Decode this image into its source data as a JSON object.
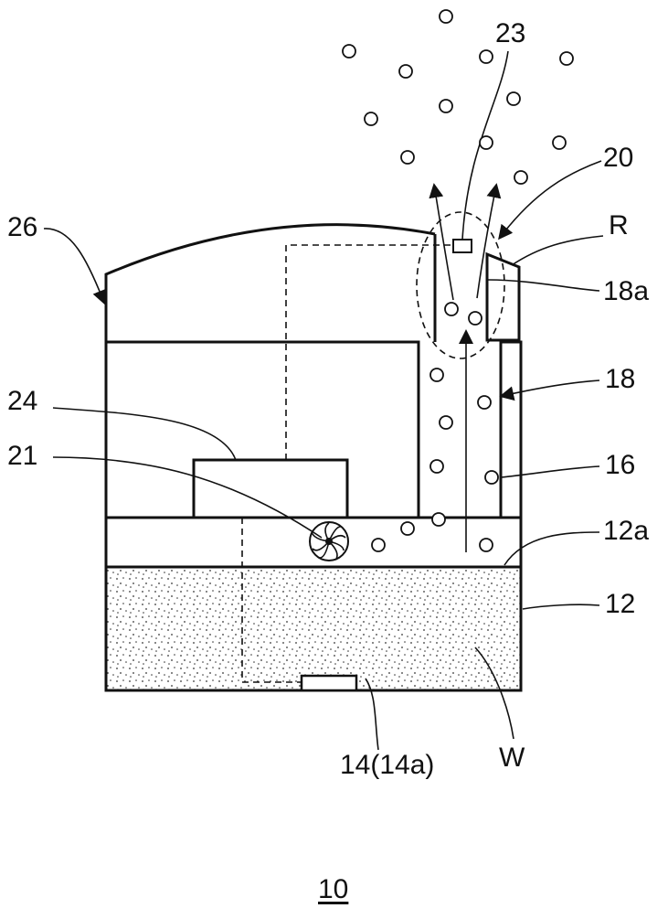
{
  "figure": {
    "number": "10",
    "labels": {
      "l23": "23",
      "l20": "20",
      "lR": "R",
      "l26": "26",
      "l18a": "18a",
      "l18": "18",
      "l24": "24",
      "l21": "21",
      "l16": "16",
      "l12a": "12a",
      "l12": "12",
      "l14": "14(14a)",
      "lW": "W"
    }
  }
}
